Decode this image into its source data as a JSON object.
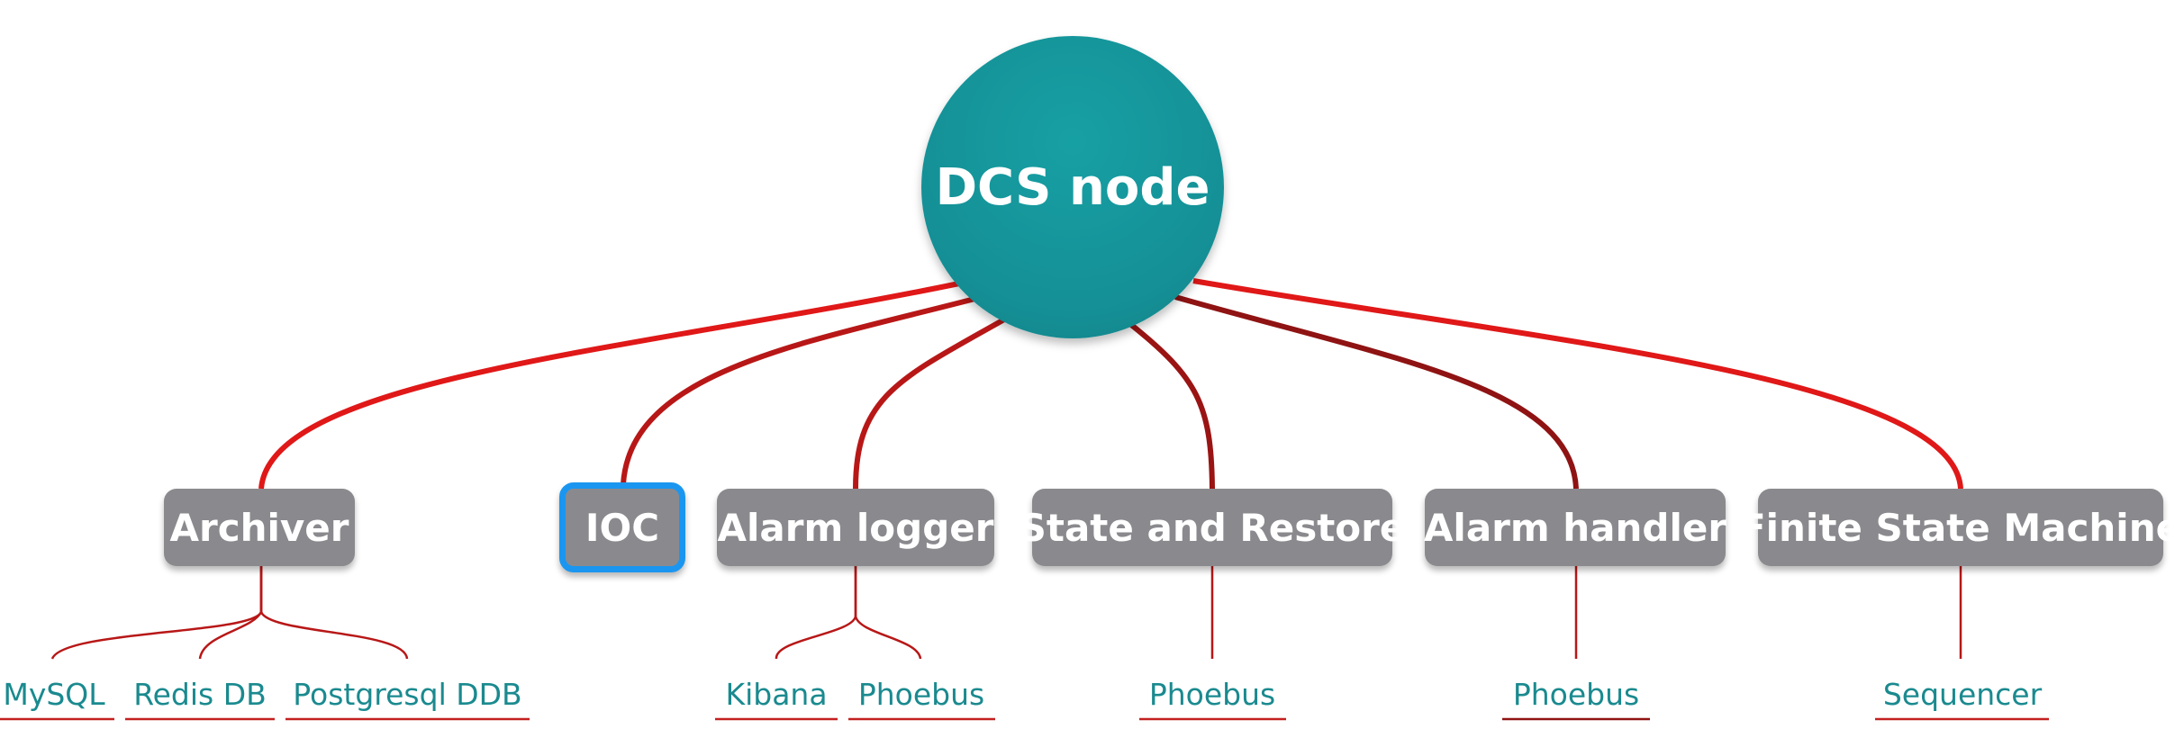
{
  "root": {
    "label": "DCS node"
  },
  "branches": [
    {
      "label": "Archiver"
    },
    {
      "label": "IOC",
      "selected": true
    },
    {
      "label": "Alarm logger"
    },
    {
      "label": "State and Restore"
    },
    {
      "label": "Alarm handler"
    },
    {
      "label": "Finite State Machine"
    }
  ],
  "leaves": [
    {
      "label": "MySQL",
      "parent": "Archiver"
    },
    {
      "label": "Redis DB",
      "parent": "Archiver"
    },
    {
      "label": "Postgresql DDB",
      "parent": "Archiver"
    },
    {
      "label": "Kibana",
      "parent": "Alarm logger"
    },
    {
      "label": "Phoebus",
      "parent": "Alarm logger"
    },
    {
      "label": "Phoebus",
      "parent": "State and Restore"
    },
    {
      "label": "Phoebus",
      "parent": "Alarm handler"
    },
    {
      "label": "Sequencer",
      "parent": "Finite State Machine"
    }
  ],
  "colors": {
    "root_fill": "#148f95",
    "branch_fill": "#8a8a8e",
    "selection_border": "#1a96f0",
    "leaf_text": "#1a8a8f",
    "link": "#d61f1f",
    "link_dark": "#8f1313"
  }
}
